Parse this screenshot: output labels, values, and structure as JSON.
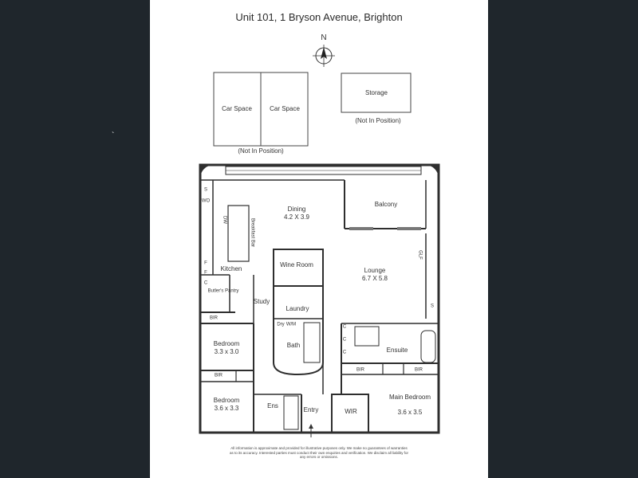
{
  "title": "Unit 101, 1 Bryson Avenue, Brighton",
  "compass_label": "N",
  "external": {
    "car_space_1": "Car Space",
    "car_space_2": "Car Space",
    "car_note": "(Not In Position)",
    "storage": "Storage",
    "storage_note": "(Not In Position)"
  },
  "rooms": {
    "dining": "Dining",
    "dining_size": "4.2 X 3.9",
    "balcony": "Balcony",
    "breakfast_bar": "Breakfast Bar",
    "kitchen": "Kitchen",
    "wine_room": "Wine Room",
    "lounge": "Lounge",
    "lounge_size": "6.7 X 5.8",
    "butlers_pantry": "Butler's Pantry",
    "study": "Study",
    "laundry": "Laundry",
    "bir": "BIR",
    "bedroom_1": "Bedroom",
    "bedroom_1_size": "3.3 x 3.0",
    "bedroom_2": "Bedroom",
    "bedroom_2_size": "3.6 x 3.3",
    "bath": "Bath",
    "ensuite": "Ensuite",
    "ens": "Ens",
    "entry": "Entry",
    "wir": "WIR",
    "main_bedroom": "Main Bedroom",
    "main_bedroom_size": "3.6 x 3.5",
    "s": "S",
    "wo": "WO",
    "f": "F",
    "c": "C",
    "glf": "GLF",
    "dw": "DW",
    "dry": "Dry",
    "wm": "W/M"
  },
  "disclaimer": "All information is approximate and provided for illustrative purposes only. We make no guarantees of warranties as to its accuracy. Interested parties must conduct their own enquiries and verification. We disclaim all liability for any errors or omissions."
}
